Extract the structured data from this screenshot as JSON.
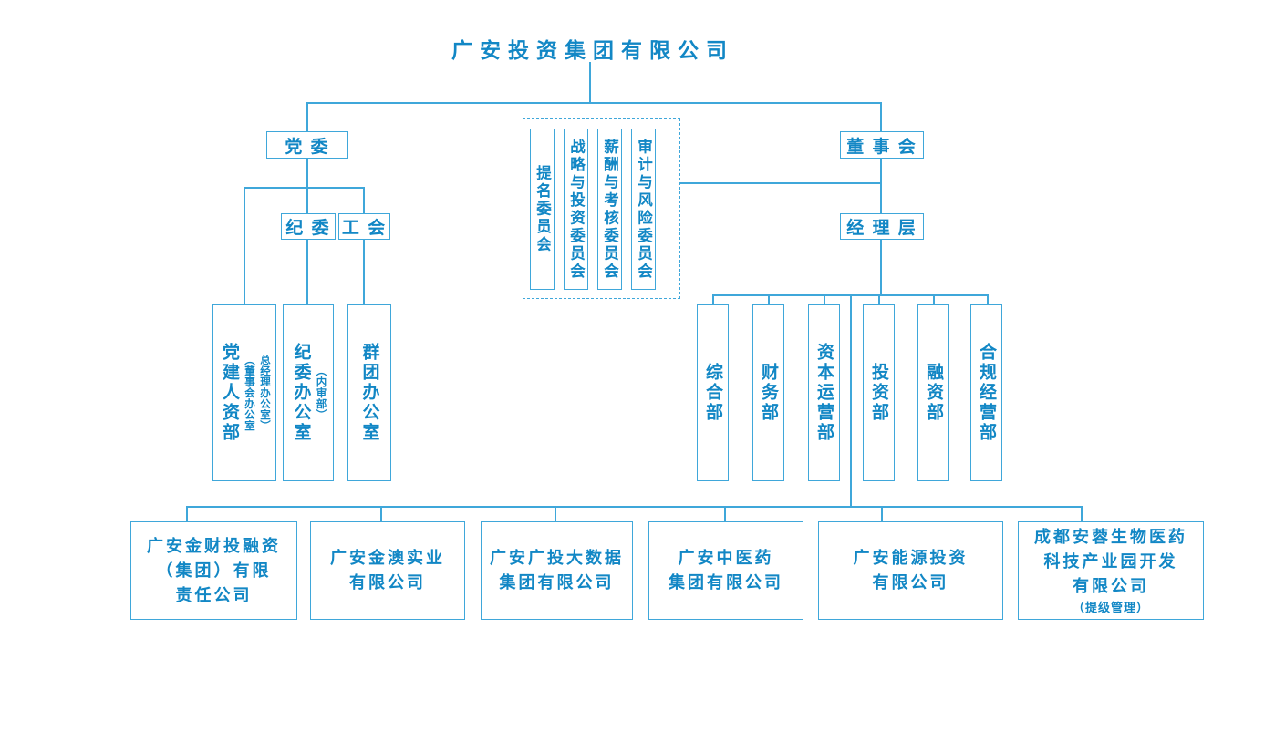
{
  "title": "广安投资集团有限公司",
  "colors": {
    "line": "#3fa7da",
    "text": "#1287c5",
    "background": "#ffffff"
  },
  "nodes": {
    "party_committee": "党 委",
    "board": "董 事 会",
    "discipline_committee": "纪 委",
    "labor_union": "工 会",
    "management": "经 理 层"
  },
  "committees": [
    "提名委员会",
    "战略与投资委员会",
    "薪酬与考核委员会",
    "审计与风险委员会"
  ],
  "left_departments": [
    {
      "main": "党建人资部",
      "notes": [
        "（董事会办公室",
        "总经理办公室）"
      ]
    },
    {
      "main": "纪委办公室",
      "notes": [
        "（内审部）"
      ]
    },
    {
      "main": "群团办公室",
      "notes": []
    }
  ],
  "right_departments": [
    "综合部",
    "财务部",
    "资本运营部",
    "投资部",
    "融资部",
    "合规经营部"
  ],
  "subsidiaries": [
    {
      "lines": [
        "广安金财投融资",
        "（集团）有限",
        "责任公司"
      ]
    },
    {
      "lines": [
        "广安金澳实业",
        "有限公司"
      ]
    },
    {
      "lines": [
        "广安广投大数据",
        "集团有限公司"
      ]
    },
    {
      "lines": [
        "广安中医药",
        "集团有限公司"
      ]
    },
    {
      "lines": [
        "广安能源投资",
        "有限公司"
      ]
    },
    {
      "lines": [
        "成都安蓉生物医药",
        "科技产业园开发",
        "有限公司"
      ],
      "note": "（提级管理）"
    }
  ]
}
